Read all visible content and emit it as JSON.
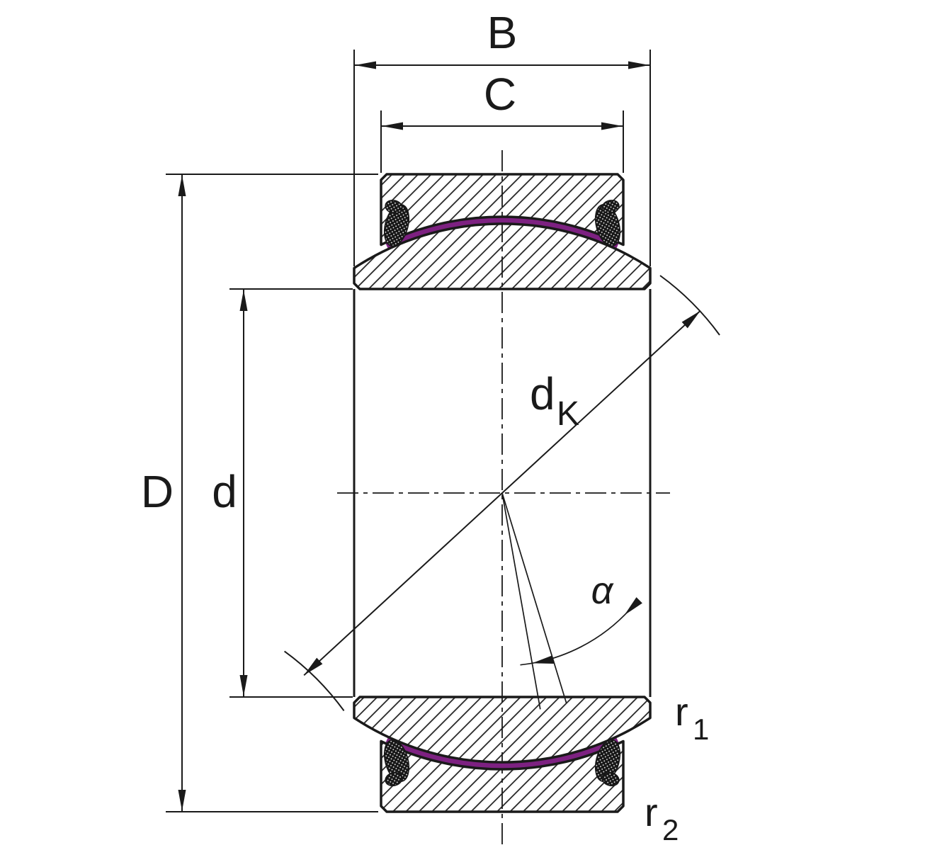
{
  "diagram": {
    "kind": "spherical-plain-bearing-cross-section",
    "dimensions": {
      "B": "B",
      "C": "C",
      "D": "D",
      "d": "d",
      "dK_base": "d",
      "dK_sub": "K",
      "alpha": "α",
      "r1_base": "r",
      "r1_sub": "1",
      "r2_base": "r",
      "r2_sub": "2"
    },
    "colors": {
      "ink": "#1a1a1a",
      "liner": "#7d2181",
      "background": "#ffffff"
    }
  }
}
